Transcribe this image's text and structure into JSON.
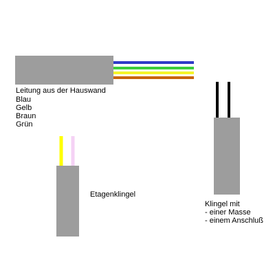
{
  "wall_cable": {
    "caption": "Leitung aus der Hauswand",
    "wires": [
      "Blau",
      "Gelb",
      "Braun",
      "Grün"
    ],
    "wire_colors": [
      "#2f3bc8",
      "#3dcf3d",
      "#f5f52a",
      "#c9640a"
    ],
    "sheath_color": "#9d9d9d"
  },
  "floor_bell": {
    "caption": "Etagenklingel",
    "wire_colors": [
      "#ffff00",
      "#f5d2f5"
    ],
    "sheath_color": "#9d9d9d"
  },
  "bell": {
    "caption": "Klingel mit",
    "details": [
      "- einer Masse",
      "- einem Anschluß"
    ],
    "wire_colors": [
      "#000000",
      "#000000"
    ],
    "sheath_color": "#9d9d9d"
  }
}
